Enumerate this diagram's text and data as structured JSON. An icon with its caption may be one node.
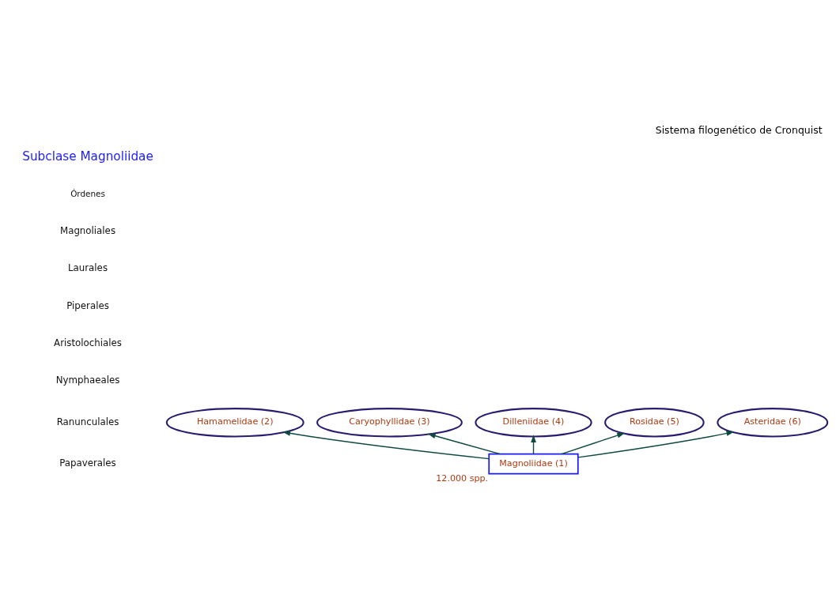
{
  "diagram": {
    "title": "Sistema filogenético de Cronquist",
    "nodes": [
      {
        "text": [
          "Magnoliidae (1)"
        ],
        "beside": [
          "12.000 spp."
        ]
      },
      {
        "text": [
          "Hamamelidae (2)"
        ]
      },
      {
        "text": [
          "Caryophyllidae (3)"
        ]
      },
      {
        "text": [
          "Dilleniidae (4)"
        ]
      },
      {
        "text": [
          "Rosidae (5)"
        ]
      },
      {
        "text": [
          "Asteridae (6)"
        ]
      }
    ],
    "edges": [
      {
        "from": 0,
        "to": 1,
        "arrow": "to"
      },
      {
        "from": 0,
        "to": 4,
        "arrow": "to"
      },
      {
        "from": 0,
        "to": 5,
        "arrow": "to"
      },
      {
        "from": 0,
        "to": 3,
        "arrow": "to"
      },
      {
        "from": 0,
        "to": 2,
        "arrow": "to"
      }
    ],
    "labels": [
      "Subclase Magnoliidae",
      "Órdenes",
      "Magnoliales",
      "Laurales",
      "Piperales",
      "Aristolochiales",
      "Nymphaeales",
      "Ranunculales",
      "Papaverales"
    ]
  }
}
